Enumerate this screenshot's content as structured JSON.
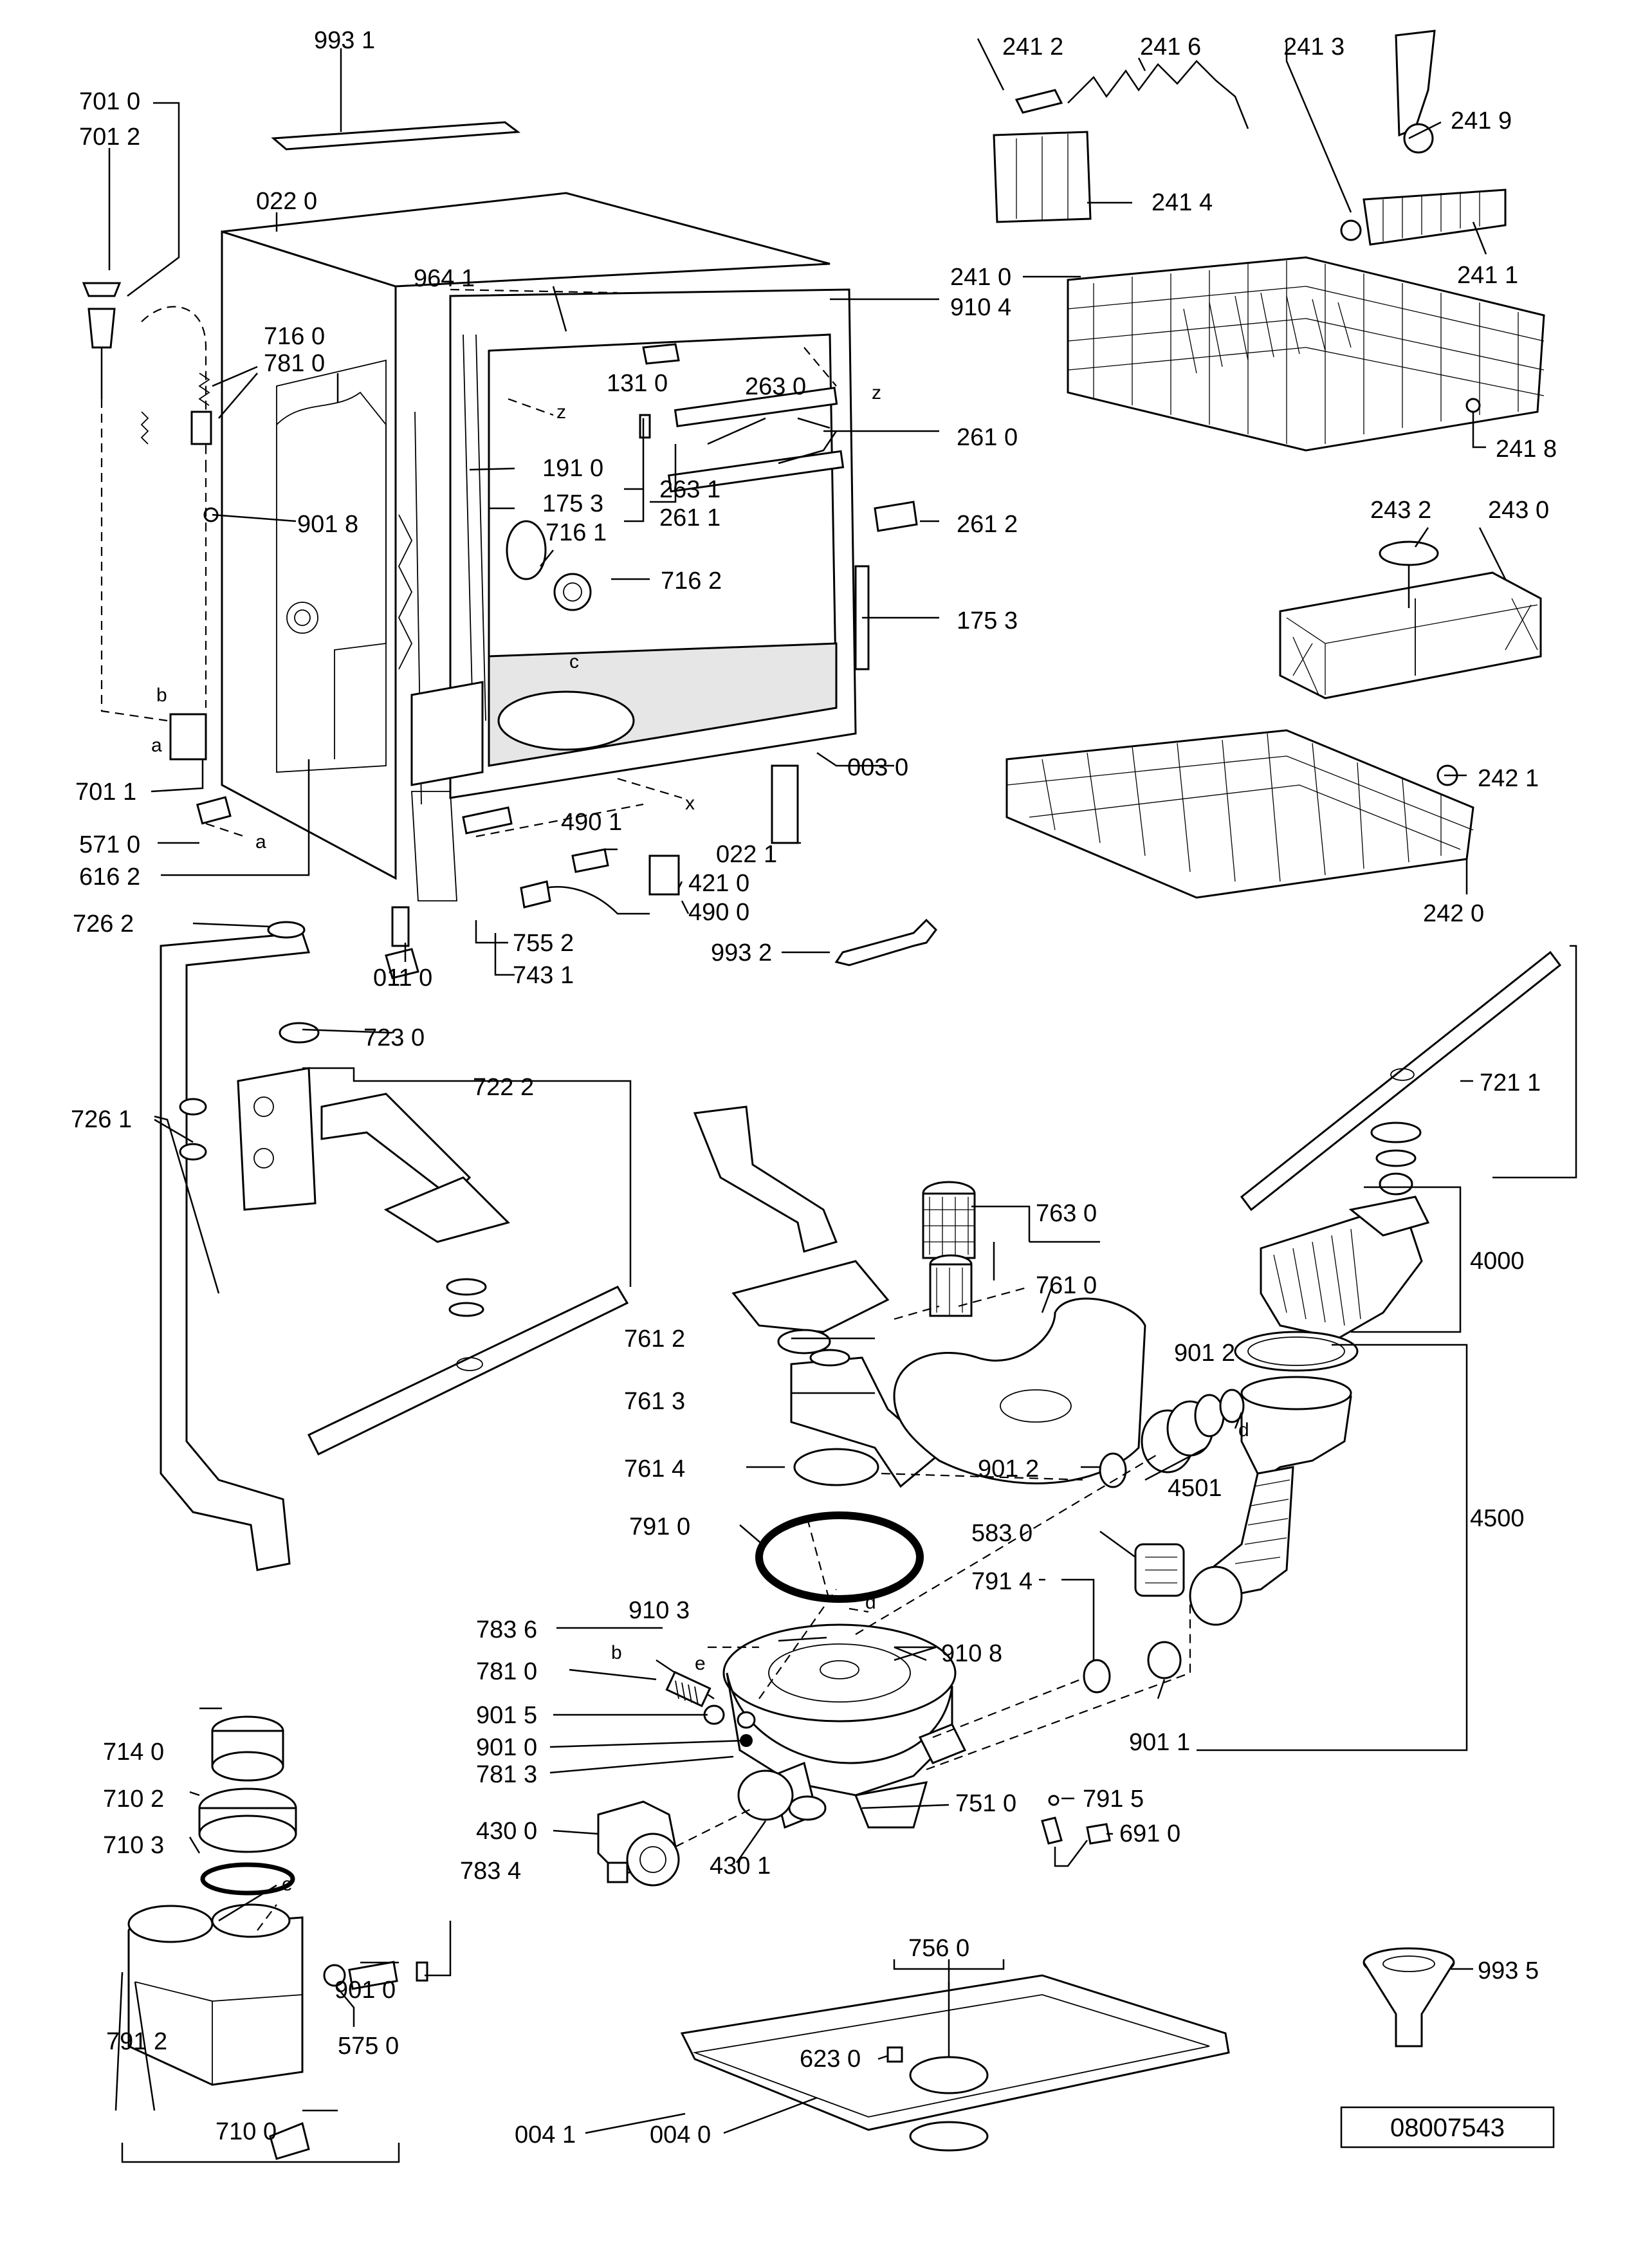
{
  "reference_number": "08007543",
  "letter_marks": [
    "a",
    "b",
    "c",
    "d",
    "e",
    "x",
    "z"
  ],
  "labels": {
    "l9931": "993 1",
    "l7010": "701 0",
    "l7012": "701 2",
    "l0220": "022 0",
    "l9641": "964 1",
    "l7160": "716 0",
    "l7810a": "781 0",
    "l1310": "131 0",
    "l2630": "263 0",
    "l2610": "261 0",
    "l1910": "191 0",
    "l1753a": "175 3",
    "l2631": "263 1",
    "l2611": "261 1",
    "l2612": "261 2",
    "l9018": "901 8",
    "l7161": "716 1",
    "l7162": "716 2",
    "l1753b": "175 3",
    "l0030": "003 0",
    "l7011": "701 1",
    "l5710": "571 0",
    "l6162": "616 2",
    "l4901": "490 1",
    "l4210": "421 0",
    "l0221": "022 1",
    "l4900": "490 0",
    "l7262": "726 2",
    "l7552": "755 2",
    "l0110": "011 0",
    "l7431": "743 1",
    "l9932": "993 2",
    "l2412": "241 2",
    "l2416": "241 6",
    "l2413": "241 3",
    "l2419": "241 9",
    "l2414": "241 4",
    "l2410": "241 0",
    "l9104": "910 4",
    "l2411": "241 1",
    "l2418": "241 8",
    "l2432": "243 2",
    "l2430": "243 0",
    "l2421": "242 1",
    "l2420": "242 0",
    "l7230": "723 0",
    "l7222": "722 2",
    "l7211": "721 1",
    "l7261": "726 1",
    "l7630": "763 0",
    "l7610": "761 0",
    "l4000": "4000",
    "l7612": "761 2",
    "l9012a": "901 2",
    "l7613": "761 3",
    "l7614": "761 4",
    "l9012b": "901 2",
    "l4501": "4501",
    "l4500": "4500",
    "l7910": "791 0",
    "l5830": "583 0",
    "l7914": "791 4",
    "l9103": "910 3",
    "l7836": "783 6",
    "l9108": "910 8",
    "l7810b": "781 0",
    "l9015": "901 5",
    "l9010a": "901 0",
    "l7813": "781 3",
    "l9011": "901 1",
    "l7140": "714 0",
    "l7102": "710 2",
    "l7510": "751 0",
    "l7915": "791 5",
    "l4300": "430 0",
    "l6910": "691 0",
    "l7103": "710 3",
    "l7834": "783 4",
    "l4301": "430 1",
    "l7560": "756 0",
    "l9010b": "901 0",
    "l6230": "623 0",
    "l9935": "993 5",
    "l7912": "791 2",
    "l5750": "575 0",
    "l7100": "710 0",
    "l0041": "004 1",
    "l0040": "004 0"
  }
}
